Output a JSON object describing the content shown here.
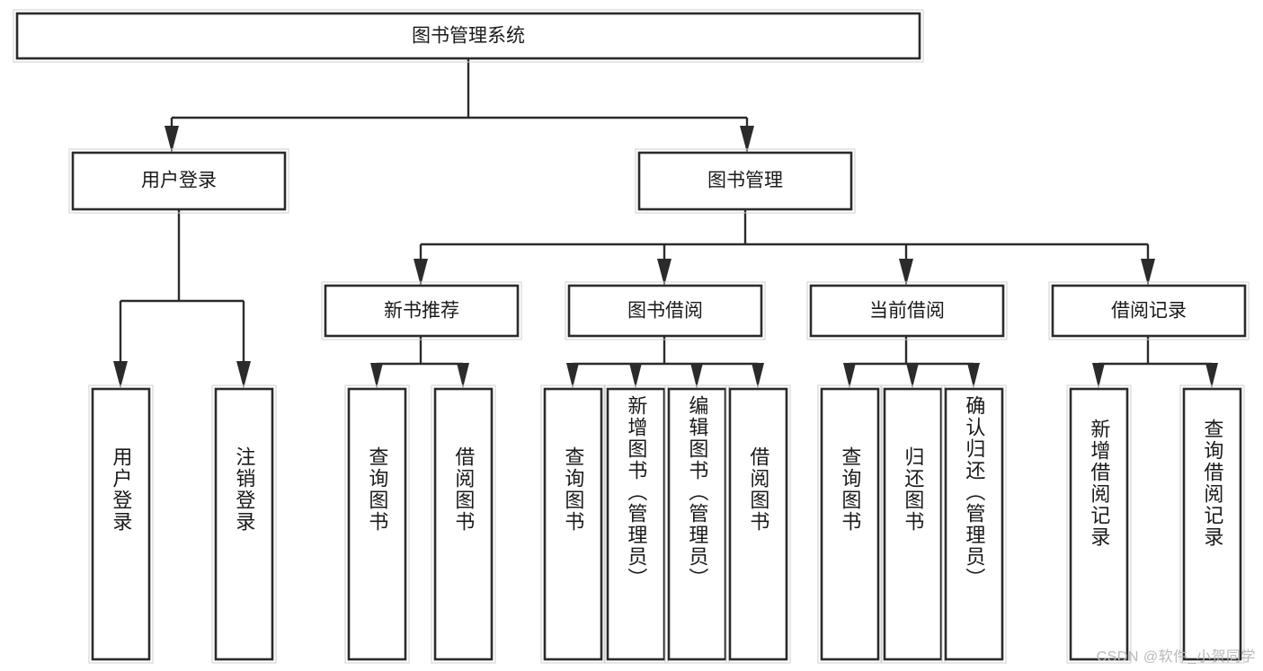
{
  "diagram": {
    "type": "tree",
    "orientation": "top-down",
    "root": {
      "label": "图书管理系统"
    },
    "level2": [
      {
        "label": "用户登录"
      },
      {
        "label": "图书管理"
      }
    ],
    "level3": [
      {
        "label": "新书推荐"
      },
      {
        "label": "图书借阅"
      },
      {
        "label": "当前借阅"
      },
      {
        "label": "借阅记录"
      }
    ],
    "leaves": {
      "user_login": [
        {
          "label": "用户登录"
        },
        {
          "label": "注销登录"
        }
      ],
      "new_book_recommend": [
        {
          "label": "查询图书"
        },
        {
          "label": "借阅图书"
        }
      ],
      "book_borrow": [
        {
          "label": "查询图书"
        },
        {
          "label": "新增图书（管理员）"
        },
        {
          "label": "编辑图书（管理员）"
        },
        {
          "label": "借阅图书"
        }
      ],
      "current_borrow": [
        {
          "label": "查询图书"
        },
        {
          "label": "归还图书"
        },
        {
          "label": "确认归还（管理员）"
        }
      ],
      "borrow_record": [
        {
          "label": "新增借阅记录"
        },
        {
          "label": "查询借阅记录"
        }
      ]
    }
  },
  "watermark": {
    "text": "CSDN @软件_小贺同学"
  },
  "colors": {
    "stroke": "#2b2b2b",
    "fill": "#ffffff",
    "text": "#1a1a1a",
    "watermark": "#b9b9b9"
  }
}
